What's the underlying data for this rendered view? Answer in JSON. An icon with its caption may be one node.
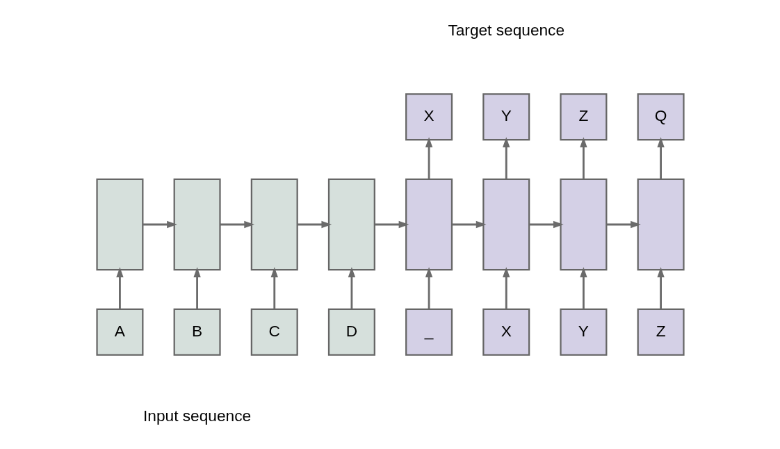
{
  "diagram": {
    "nodes": [
      {
        "text": [
          "X"
        ]
      },
      {
        "text": [
          "Y"
        ]
      },
      {
        "text": [
          "Z"
        ]
      },
      {
        "text": [
          "Q"
        ]
      },
      {
        "text": [],
        "shape": "box"
      },
      {
        "text": [],
        "shape": "box"
      },
      {
        "text": [],
        "shape": "box"
      },
      {
        "text": [],
        "shape": "box"
      },
      {
        "text": [],
        "shape": "box"
      },
      {
        "text": [],
        "shape": "box"
      },
      {
        "text": [],
        "shape": "box"
      },
      {
        "text": [],
        "shape": "box"
      },
      {
        "text": [
          "A"
        ]
      },
      {
        "text": [
          "B"
        ]
      },
      {
        "text": [
          "C"
        ]
      },
      {
        "text": [
          "D"
        ]
      },
      {
        "text": [
          "_"
        ]
      },
      {
        "text": [
          "X"
        ]
      },
      {
        "text": [
          "Y"
        ]
      },
      {
        "text": [
          "Z"
        ]
      }
    ],
    "edges": [
      {
        "from": 4,
        "to": 5,
        "arrow": "to"
      },
      {
        "from": 5,
        "to": 6,
        "arrow": "to"
      },
      {
        "from": 6,
        "to": 7,
        "arrow": "to"
      },
      {
        "from": 7,
        "to": 8,
        "arrow": "to"
      },
      {
        "from": 8,
        "to": 9,
        "arrow": "to"
      },
      {
        "from": 9,
        "to": 10,
        "arrow": "to"
      },
      {
        "from": 10,
        "to": 11,
        "arrow": "to"
      },
      {
        "from": 12,
        "to": 4,
        "arrow": "to"
      },
      {
        "from": 13,
        "to": 5,
        "arrow": "to"
      },
      {
        "from": 14,
        "to": 6,
        "arrow": "to"
      },
      {
        "from": 15,
        "to": 7,
        "arrow": "to"
      },
      {
        "from": 16,
        "to": 8,
        "arrow": "to"
      },
      {
        "from": 17,
        "to": 9,
        "arrow": "to"
      },
      {
        "from": 18,
        "to": 10,
        "arrow": "to"
      },
      {
        "from": 19,
        "to": 11,
        "arrow": "to"
      },
      {
        "from": 8,
        "to": 0,
        "arrow": "to"
      },
      {
        "from": 9,
        "to": 1,
        "arrow": "to"
      },
      {
        "from": 10,
        "to": 2,
        "arrow": "to"
      },
      {
        "from": 11,
        "to": 3,
        "arrow": "to"
      }
    ],
    "labels": [
      "Target sequence",
      "Input sequence"
    ]
  }
}
